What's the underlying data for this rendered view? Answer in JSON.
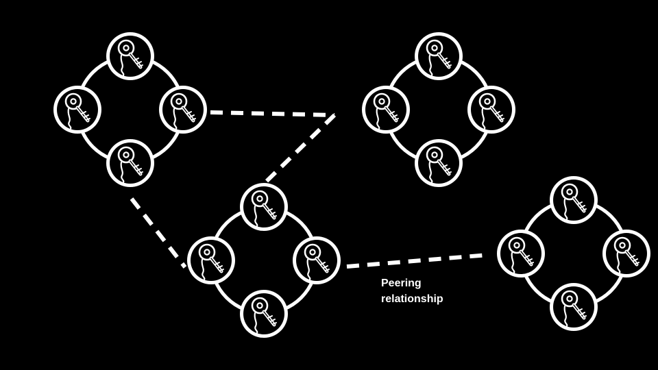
{
  "colors": {
    "background": "#000000",
    "foreground": "#ffffff"
  },
  "diagram": {
    "node_icon": "key-icon",
    "clusters": [
      {
        "id": "cluster-top-left",
        "nodes": 4
      },
      {
        "id": "cluster-top-right",
        "nodes": 4
      },
      {
        "id": "cluster-bottom-center",
        "nodes": 4
      },
      {
        "id": "cluster-bottom-right",
        "nodes": 4
      }
    ],
    "links": [
      {
        "from": "cluster-top-left",
        "to": "cluster-top-right",
        "style": "dashed"
      },
      {
        "from": "cluster-top-right",
        "to": "cluster-bottom-center",
        "style": "dashed"
      },
      {
        "from": "cluster-top-left",
        "to": "cluster-bottom-center",
        "style": "dashed"
      },
      {
        "from": "cluster-bottom-center",
        "to": "cluster-bottom-right",
        "style": "dashed"
      }
    ],
    "label": {
      "line1": "Peering",
      "line2": "relationship"
    }
  }
}
